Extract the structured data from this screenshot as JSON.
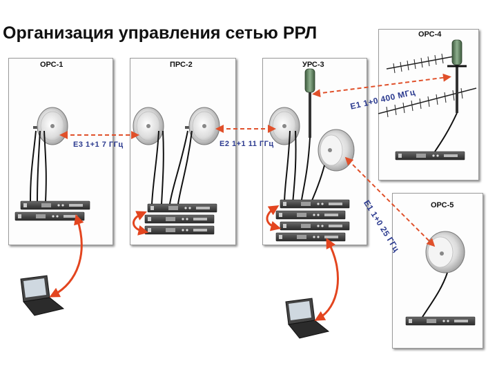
{
  "title": "Организация управления сетью РРЛ",
  "sites": {
    "ors1": "ОРС-1",
    "prs2": "ПРС-2",
    "urs3": "УРС-3",
    "ors4": "ОРС-4",
    "ors5": "ОРС-5"
  },
  "links": {
    "e3": "Е3 1+1 7 ГГц",
    "e2": "Е2 1+1 11 ГГц",
    "e1_400": "Е1 1+0 400 МГц",
    "e1_25": "Е1 1+0 25 ГГц"
  },
  "colors": {
    "link_arrow": "#e0502a",
    "control_arrow": "#e3451f",
    "label_text": "#2b3a8f"
  },
  "icons": [
    "dish-antenna-icon",
    "yagi-antenna-icon",
    "collinear-antenna-icon",
    "radio-unit-icon",
    "laptop-icon"
  ]
}
